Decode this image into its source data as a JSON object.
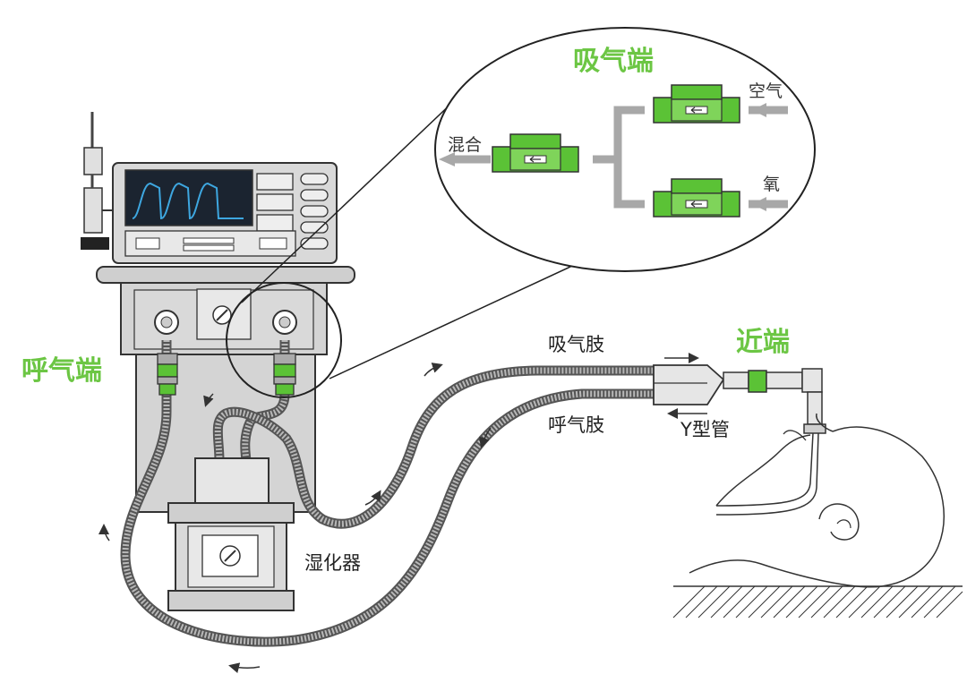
{
  "labels": {
    "inspiratory_end": "吸气端",
    "expiratory_end": "呼气端",
    "proximal_end": "近端",
    "inspiratory_limb": "吸气肢",
    "expiratory_limb": "呼气肢",
    "y_piece": "Y型管",
    "humidifier": "湿化器",
    "mixed": "混合",
    "air": "空气",
    "oxygen": "氧"
  },
  "colors": {
    "accent_green": "#6cc644",
    "sensor_green": "#5bc236",
    "gray_flow": "#a8a8a8",
    "machine_gray": "#d9d9d9",
    "screen_bg": "#1b2430",
    "waveform": "#3ea7e0"
  }
}
